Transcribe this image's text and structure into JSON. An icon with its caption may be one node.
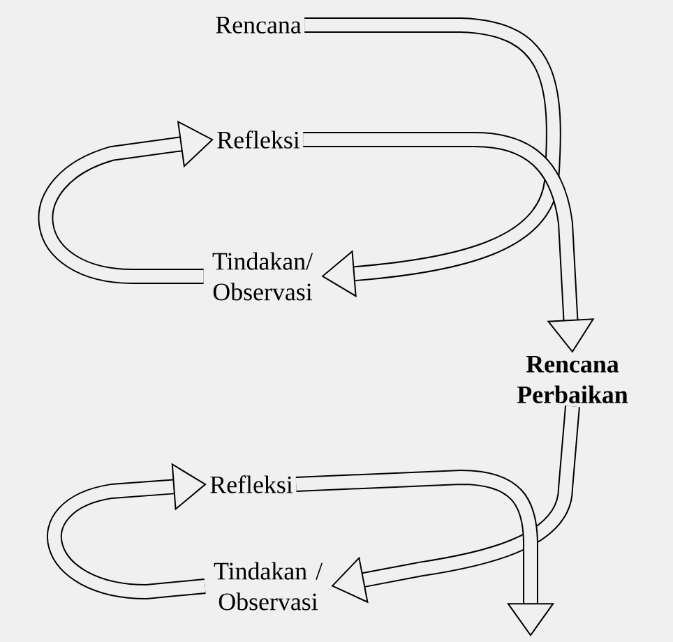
{
  "diagram": {
    "nodes": [
      {
        "text": [
          "Rencana"
        ]
      },
      {
        "text": [
          "Refleksi"
        ]
      },
      {
        "text": [
          "Tindakan/ Observasi"
        ]
      },
      {
        "text": [
          "Rencana Perbaikan"
        ]
      },
      {
        "text": [
          "Refleksi"
        ]
      },
      {
        "text": [
          "Tindakan / Observasi"
        ]
      }
    ],
    "edges": [
      {
        "from": 0,
        "to": 2,
        "arrow": "to"
      },
      {
        "from": 2,
        "to": 1,
        "arrow": "to"
      },
      {
        "from": 1,
        "to": 3,
        "arrow": "to"
      },
      {
        "from": 3,
        "to": 5,
        "arrow": "to"
      },
      {
        "from": 5,
        "to": 4,
        "arrow": "to"
      },
      {
        "from": 4,
        "to": null,
        "arrow": "to"
      }
    ]
  }
}
